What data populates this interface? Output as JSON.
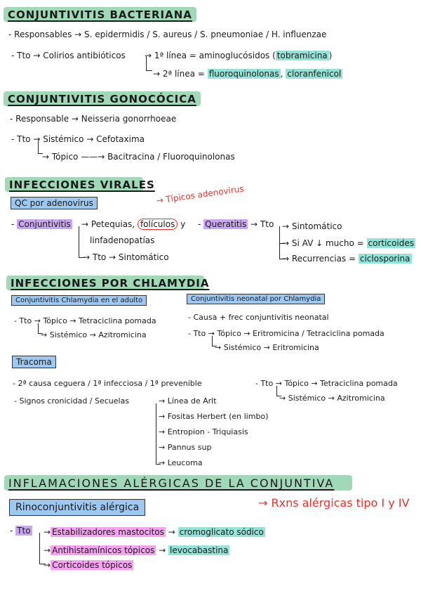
{
  "sections": {
    "bacteriana": {
      "title": "CONJUNTIVITIS BACTERIANA",
      "responsables": "- Responsables → S. epidermidis / S. aureus / S. pneumoniae / H. influenzae",
      "tto_label": "- Tto → Colirios antibióticos",
      "linea1_prefix": "→ 1ª línea = aminoglucósidos (",
      "linea1_hl": "tobramicina",
      "linea1_suffix": ")",
      "linea2_prefix": "→ 2ª línea =",
      "linea2_hl1": "fluoroquinolonas",
      "linea2_sep": ",",
      "linea2_hl2": "cloranfenicol"
    },
    "gonococica": {
      "title": "CONJUNTIVITIS GONOCÓCICA",
      "responsable": "- Responsable → Neisseria gonorrhoeae",
      "tto": "- Tto → Sistémico → Cefotaxima",
      "topico": "→ Tópico ——→ Bacitracina / Fluoroquinolonas"
    },
    "virales": {
      "title": "INFECCIONES VIRALES",
      "subbox": "QC por adenovirus",
      "annotation": "→ Típicos adenovirus",
      "conj_label": "Conjuntivitis",
      "conj_items": [
        "→ Petequias,",
        "folículos",
        "y",
        "linfadenopatías",
        "→ Tto → Sintomático"
      ],
      "quer_label": "Queratitis",
      "quer_tto": "→ Tto",
      "quer_items": [
        "→ Sintomático",
        "→ Si AV ↓ mucho =",
        "corticoides",
        "→ Recurrencias =",
        "ciclosporina"
      ]
    },
    "chlamydia": {
      "title": "INFECCIONES POR CHLAMYDIA",
      "adulto_box": "Conjuntivitis Chlamydia en el adulto",
      "adulto_topico": "- Tto → Tópico → Tetraciclina pomada",
      "adulto_sistemico": "→ Sistémico → Azitromicina",
      "neonatal_box": "Conjuntivitis neonatal por Chlamydia",
      "neonatal_causa": "- Causa + frec conjuntivitis neonatal",
      "neonatal_topico": "- Tto → Tópico → Eritromicina / Tetraciclina pomada",
      "neonatal_sistemico": "→ Sistémico → Eritromicina"
    },
    "tracoma": {
      "box": "Tracoma",
      "causa": "- 2ª causa ceguera / 1ª infecciosa / 1ª prevenible",
      "signos": "- Signos cronicidad / Secuelas",
      "signos_items": [
        "→ Línea de Arlt",
        "→ Fositas Herbert (en limbo)",
        "→ Entropion - Triquiasis",
        "→ Pannus sup",
        "→ Leucoma"
      ],
      "tto_topico": "- Tto → Tópico → Tetraciclina pomada",
      "tto_sistemico": "→ Sistémico → Azitromicina"
    },
    "alergicas": {
      "title": "INFLAMACIONES ALÉRGICAS DE LA CONJUNTIVA",
      "box": "Rinoconjuntivitis alérgica",
      "annotation": "→ Rxns alérgicas tipo I y IV",
      "tto_label": "Tto",
      "items": [
        {
          "label": "Estabilizadores mastocitos",
          "arrow": "→",
          "drug": "cromoglicato sódico"
        },
        {
          "label": "Antihistamínicos tópicos",
          "arrow": "→",
          "drug": "levocabastina"
        },
        {
          "label": "Corticoides tópicos",
          "arrow": "",
          "drug": ""
        }
      ]
    }
  },
  "colors": {
    "heading_green": "#a0d8b8",
    "box_blue": "#9cc8f2",
    "highlight_teal": "#92e3d8",
    "highlight_purple": "#c9a7f0",
    "highlight_pink": "#f6a2f0",
    "annotation_red": "#e8322b"
  }
}
